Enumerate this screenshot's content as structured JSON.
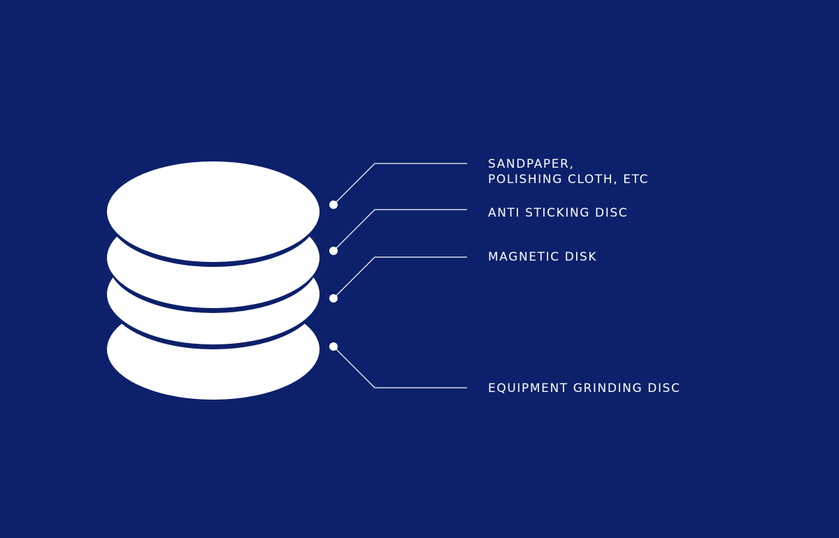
{
  "colors": {
    "background": "#0c206b",
    "disc": "#ffffff",
    "leader": "#ffffff"
  },
  "layers": [
    {
      "id": "sandpaper",
      "label_lines": [
        "SANDPAPER,",
        "POLISHING CLOTH, ETC"
      ]
    },
    {
      "id": "anti-sticking",
      "label_lines": [
        "ANTI STICKING DISC"
      ]
    },
    {
      "id": "magnetic",
      "label_lines": [
        "MAGNETIC DISK"
      ]
    },
    {
      "id": "grinding",
      "label_lines": [
        "EQUIPMENT GRINDING DISC"
      ]
    }
  ]
}
